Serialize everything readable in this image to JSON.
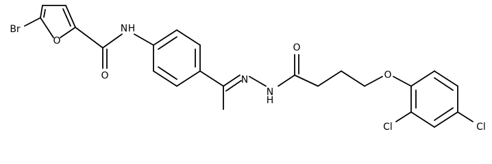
{
  "molecule": {
    "atom_labels": {
      "br": "Br",
      "o_furan": "O",
      "o_amide": "O",
      "nh": "N",
      "h_nh": "H",
      "n_imine": "N",
      "n_hydrazide": "N",
      "h_hydrazide": "H",
      "o_hydrazide": "O",
      "o_ether": "O",
      "cl_ortho": "Cl",
      "cl_para": "Cl"
    },
    "colors": {
      "bond": "#000000",
      "text": "#000000",
      "background": "#ffffff"
    }
  }
}
